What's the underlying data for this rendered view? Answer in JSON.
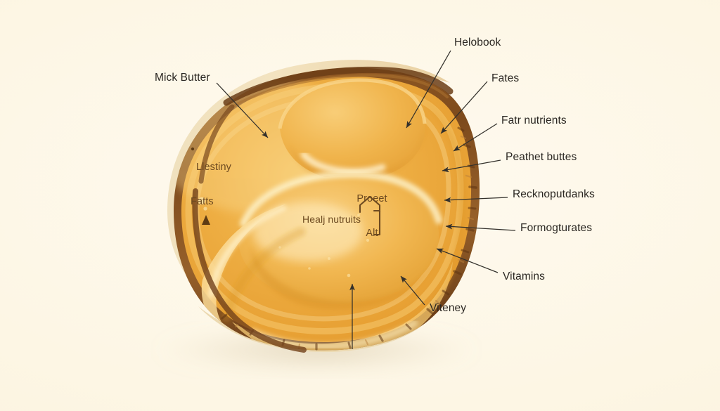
{
  "figure": {
    "kind": "anatomical-cross-section-illustration",
    "subject": "butter / cheese wheel cross-section",
    "background_color": "#fdf6e4",
    "body_color": "#eeac3f",
    "body_highlight_color": "#fbdf9e",
    "rind_color": "#f1ddb4",
    "crust_color": "#8b5324",
    "leader_color": "#33302b",
    "outer_label_color": "#2b2722",
    "inner_label_color": "#6d4a20"
  },
  "labels": {
    "left": [
      {
        "id": "mick-butter",
        "text": "Mick Butter"
      }
    ],
    "inner": [
      {
        "id": "llestiny-fatts",
        "line1": "Llestiny",
        "line2": "Fatts"
      },
      {
        "id": "proeet-alt",
        "line1": "Proeet",
        "line2": "Alt"
      },
      {
        "id": "healj-nutruits",
        "text": "Healj nutruits"
      }
    ],
    "right": [
      {
        "id": "helobook",
        "text": "Helobook"
      },
      {
        "id": "fates",
        "text": "Fates"
      },
      {
        "id": "fatr-nutrients",
        "text": "Fatr nutrients"
      },
      {
        "id": "peathet-buttes",
        "text": "Peathet buttes"
      },
      {
        "id": "recknoputdanks",
        "text": "Recknoputdanks"
      },
      {
        "id": "formogturates",
        "text": "Formogturates"
      },
      {
        "id": "vitamins",
        "text": "Vitamins"
      },
      {
        "id": "viteney",
        "text": "Viteney"
      }
    ]
  },
  "markers": {
    "unlabeled_bottom_arrow": "vertical-pointer",
    "proeet_bracket": "chevron-bracket",
    "healj_bracket": "square-bracket-right"
  }
}
